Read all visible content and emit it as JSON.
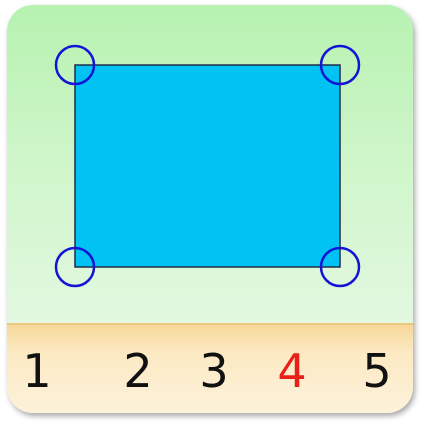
{
  "shape": {
    "name": "rectangle",
    "fill_color": "#00c3f3",
    "stroke_color": "#1f2d4a",
    "corner_marker_color": "#1414d6",
    "corner_count": 4
  },
  "answer_options": [
    {
      "label": "1",
      "selected": false
    },
    {
      "label": "2",
      "selected": false
    },
    {
      "label": "3",
      "selected": false
    },
    {
      "label": "4",
      "selected": true
    },
    {
      "label": "5",
      "selected": false
    }
  ],
  "colors": {
    "play_area_top": "#b6f2b0",
    "play_area_bottom": "#e2f8e0",
    "number_bar": "#f7d79a",
    "selected_number": "#e8201a",
    "number": "#111111"
  }
}
